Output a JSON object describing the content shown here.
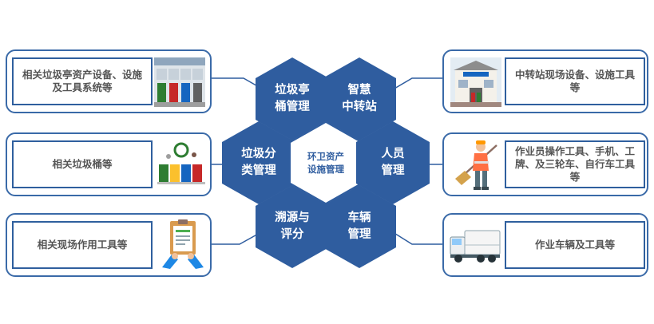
{
  "center": {
    "label": "环卫资产\n设施管理"
  },
  "hexagons": {
    "top_left": "垃圾亭\n桶管理",
    "top_right": "智慧\n中转站",
    "mid_left": "垃圾分\n类管理",
    "mid_right": "人员\n管理",
    "bottom_left": "溯源与\n评分",
    "bottom_right": "车辆\n管理"
  },
  "cards": {
    "left_top": "相关垃圾亭资产设备、设施及工具系统等",
    "left_mid": "相关垃圾桶等",
    "left_bottom": "相关现场作用工具等",
    "right_top": "中转站现场设备、设施工具等",
    "right_mid": "作业员操作工具、手机、工牌、及三轮车、自行车工具等",
    "right_bottom": "作业车辆及工具等"
  },
  "icons": {
    "left_top": "garbage-kiosk-photo",
    "left_mid": "recycling-bins-icon",
    "left_bottom": "clipboard-checklist-icon",
    "right_top": "transfer-station-photo",
    "right_mid": "street-sweeper-worker-icon",
    "right_bottom": "garbage-truck-icon"
  },
  "colors": {
    "primary": "#2f5d9f",
    "border": "#3a6aa8",
    "text": "#555555"
  }
}
